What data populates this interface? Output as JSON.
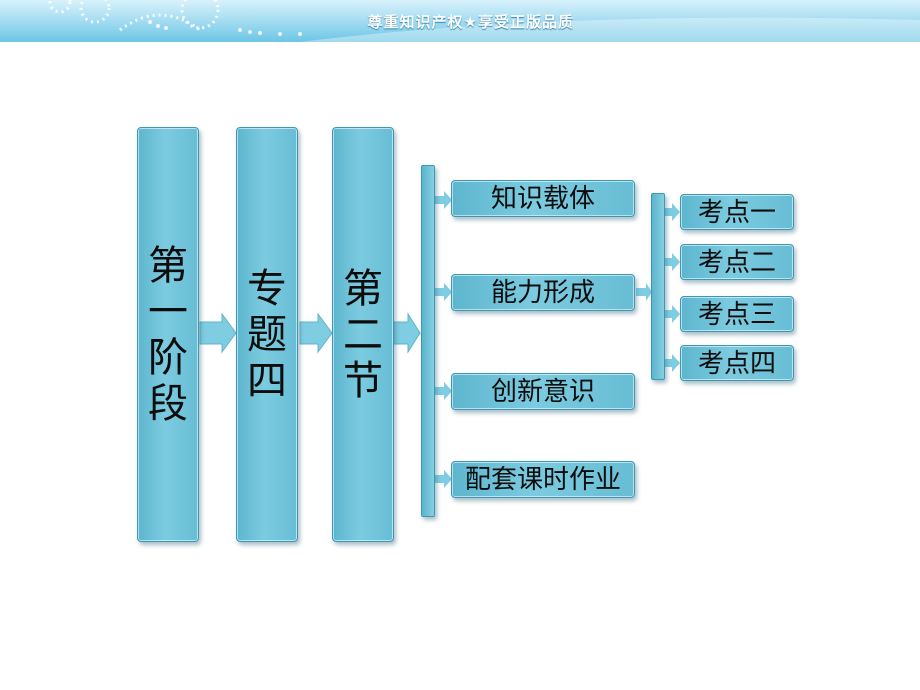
{
  "banner": {
    "slogan": "尊重知识产权★享受正版品质"
  },
  "colors": {
    "box_fill": "#6fc3da",
    "box_border": "#3f98b3",
    "arrow": "#7fcde2"
  },
  "levels": [
    {
      "label": "第一阶段"
    },
    {
      "label": "专题四"
    },
    {
      "label": "第二节"
    }
  ],
  "sections": [
    {
      "label": "知识载体"
    },
    {
      "label": "能力形成"
    },
    {
      "label": "创新意识"
    },
    {
      "label": "配套课时作业"
    }
  ],
  "points": [
    {
      "label": "考点一"
    },
    {
      "label": "考点二"
    },
    {
      "label": "考点三"
    },
    {
      "label": "考点四"
    }
  ]
}
